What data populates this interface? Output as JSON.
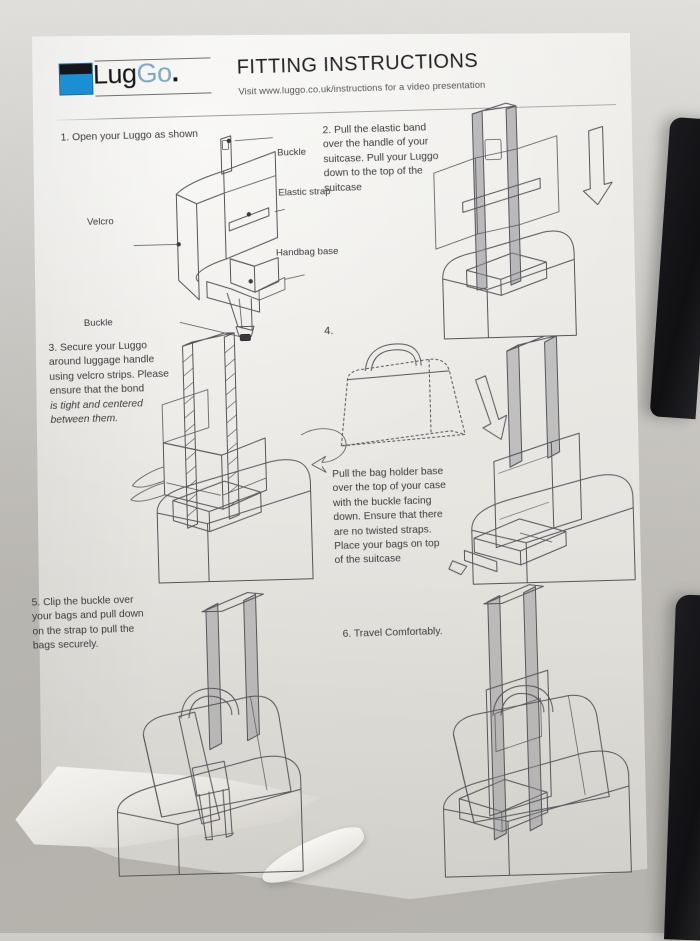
{
  "document": {
    "title": "FITTING INSTRUCTIONS",
    "subtitle": "Visit www.luggo.co.uk/instructions for a video presentation",
    "brand": {
      "name_part1": "Lug",
      "name_part2": "Go",
      "name_dot": ".",
      "mark_color": "#1b8fd4",
      "mark_top_color": "#15151a",
      "go_color": "#7ea9c4"
    }
  },
  "steps": [
    {
      "id": "step-1",
      "number": "1.",
      "text": "1. Open your Luggo as shown",
      "labels": [
        {
          "name": "buckle-top",
          "text": "Buckle"
        },
        {
          "name": "elastic-strap",
          "text": "Elastic strap"
        },
        {
          "name": "velcro",
          "text": "Velcro"
        },
        {
          "name": "handbag-base",
          "text": "Handbag base"
        },
        {
          "name": "buckle-bottom",
          "text": "Buckle"
        }
      ]
    },
    {
      "id": "step-2",
      "number": "2.",
      "lines": [
        "2. Pull the elastic band",
        "over the handle of your",
        "suitcase. Pull your Luggo",
        "down to the top of the",
        "suitcase"
      ]
    },
    {
      "id": "step-3",
      "number": "3.",
      "lines": [
        "3. Secure your Luggo",
        "around luggage handle",
        "using velcro strips. Please",
        "ensure that the bond"
      ],
      "lines_italic": [
        "is tight and centered",
        "between them."
      ]
    },
    {
      "id": "step-4",
      "number": "4.",
      "lines": [
        "Pull the bag holder base",
        "over the top of your case",
        "with the buckle facing",
        "down. Ensure that there",
        "are no twisted straps.",
        "Place your bags on top",
        "of the suitcase"
      ]
    },
    {
      "id": "step-5",
      "number": "5.",
      "lines": [
        "5. Clip the buckle over",
        "your bags and pull down",
        "on the strap to pull the",
        "bags securely."
      ]
    },
    {
      "id": "step-6",
      "number": "6.",
      "lines": [
        "6. Travel Comfortably."
      ]
    }
  ],
  "scene": {
    "background_color": "#cfcdc8",
    "paper_color": "#efedea",
    "ink_color": "#3b3b3e",
    "dark_object_color": "#16161a"
  }
}
